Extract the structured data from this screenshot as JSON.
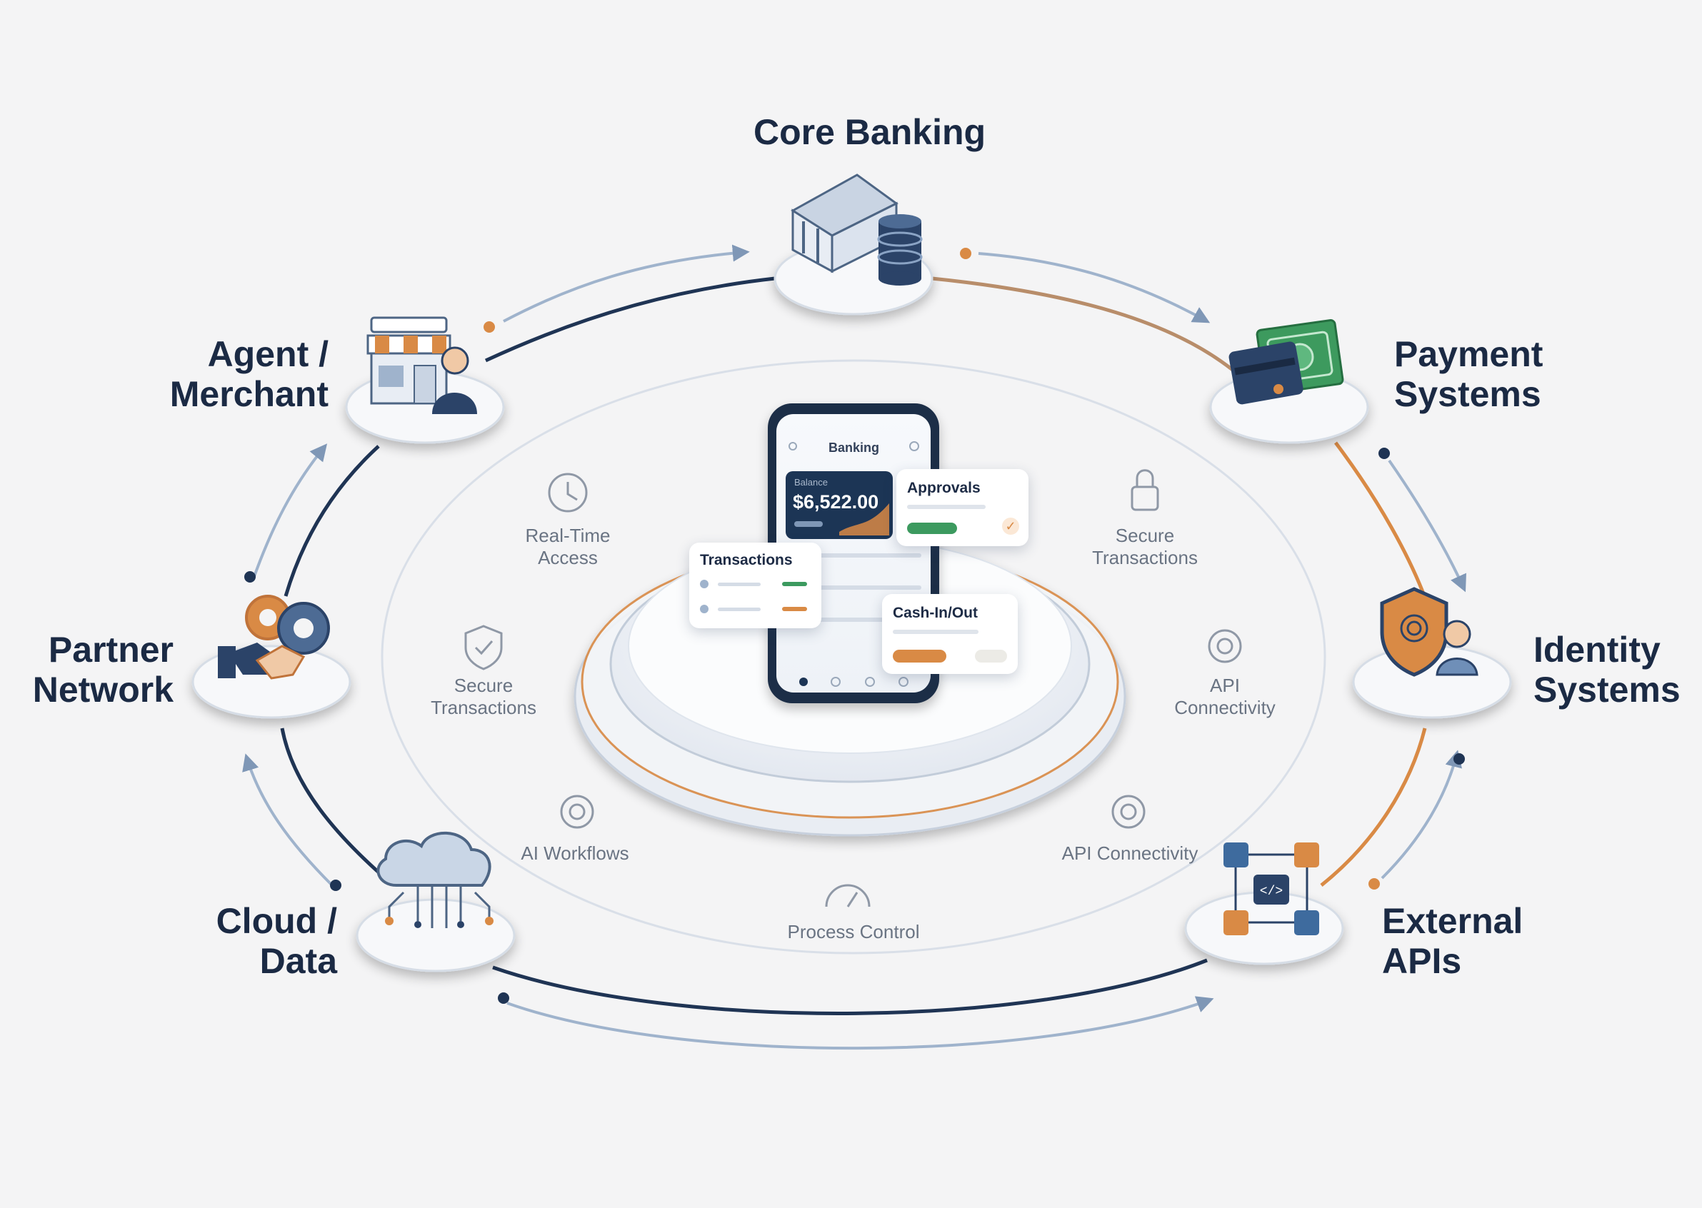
{
  "colors": {
    "navy": "#1f3454",
    "orange": "#d98a45",
    "steel": "#7f97b6",
    "green": "#3c9a5f"
  },
  "nodes": {
    "core_banking": {
      "label": "Core Banking",
      "icon": "bank-database-icon"
    },
    "payment_systems": {
      "line1": "Payment",
      "line2": "Systems",
      "icon": "card-cash-icon"
    },
    "identity_systems": {
      "line1": "Identity",
      "line2": "Systems",
      "icon": "shield-user-icon"
    },
    "external_apis": {
      "line1": "External",
      "line2": "APIs",
      "icon": "api-network-icon"
    },
    "cloud_data": {
      "line1": "Cloud /",
      "line2": "Data",
      "icon": "cloud-icon"
    },
    "partner_network": {
      "line1": "Partner",
      "line2": "Network",
      "icon": "handshake-gear-icon"
    },
    "agent_merchant": {
      "line1": "Agent /",
      "line2": "Merchant",
      "icon": "storefront-agent-icon"
    }
  },
  "features": {
    "realtime": {
      "line1": "Real-Time",
      "line2": "Access",
      "icon": "clock-icon"
    },
    "secure_right": {
      "line1": "Secure",
      "line2": "Transactions",
      "icon": "lock-icon"
    },
    "secure_left": {
      "line1": "Secure",
      "line2": "Transactions",
      "icon": "shield-check-icon"
    },
    "api_right": {
      "line1": "API",
      "line2": "Connectivity",
      "icon": "gear-icon"
    },
    "ai": {
      "line1": "AI Workflows",
      "icon": "gear-icon"
    },
    "api_bottom": {
      "line1": "API Connectivity",
      "icon": "gear-icon"
    },
    "process": {
      "line1": "Process Control",
      "icon": "gauge-icon"
    }
  },
  "phone": {
    "title": "Banking",
    "balance_caption": "Balance",
    "balance": "$6,522.00",
    "cards": {
      "approvals": "Approvals",
      "transactions": "Transactions",
      "cash": "Cash-In/Out"
    }
  }
}
